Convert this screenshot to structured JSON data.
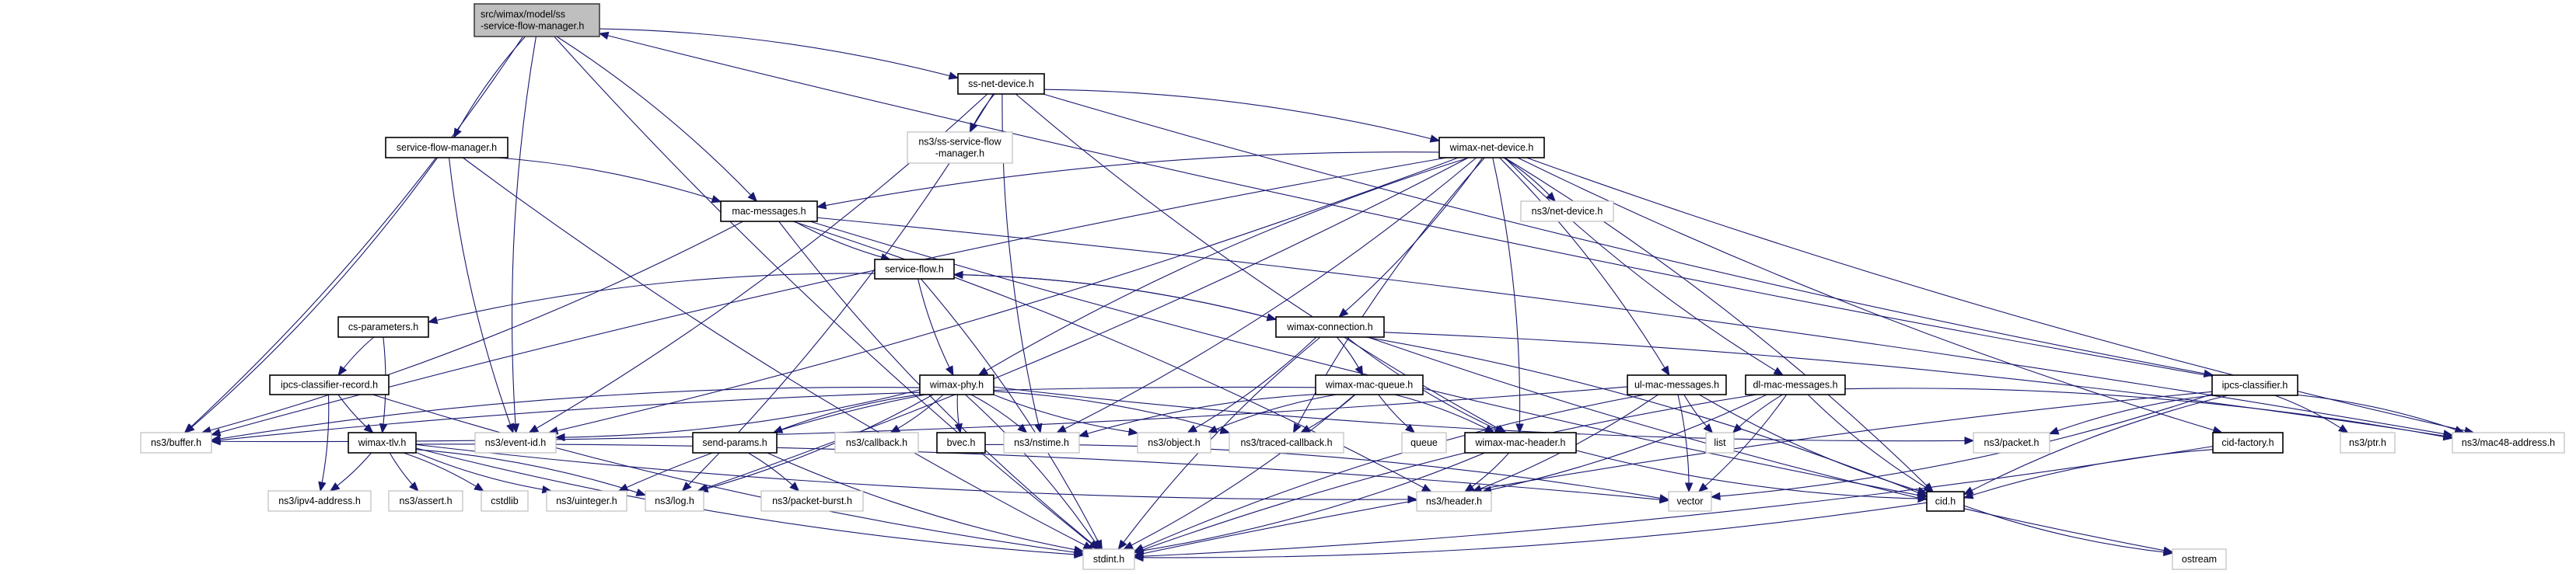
{
  "diagram": {
    "title": "src/wimax/model/ss-service-flow-manager.h include dependency graph",
    "colors": {
      "edge": "#191970",
      "root_fill": "#bfbfbf",
      "main_border": "#000000",
      "ext_border": "#bfbfbf"
    },
    "nodes": [
      {
        "id": "root",
        "lines": [
          "src/wimax/model/ss",
          "-service-flow-manager.h"
        ],
        "kind": "root"
      },
      {
        "id": "ss-net-device",
        "lines": [
          "ss-net-device.h"
        ],
        "kind": "main"
      },
      {
        "id": "ns3-ss-service-flow-manager",
        "lines": [
          "ns3/ss-service-flow",
          "-manager.h"
        ],
        "kind": "ext"
      },
      {
        "id": "service-flow-manager",
        "lines": [
          "service-flow-manager.h"
        ],
        "kind": "main"
      },
      {
        "id": "wimax-net-device",
        "lines": [
          "wimax-net-device.h"
        ],
        "kind": "main"
      },
      {
        "id": "ns3-net-device",
        "lines": [
          "ns3/net-device.h"
        ],
        "kind": "ext"
      },
      {
        "id": "mac-messages",
        "lines": [
          "mac-messages.h"
        ],
        "kind": "main"
      },
      {
        "id": "service-flow",
        "lines": [
          "service-flow.h"
        ],
        "kind": "main"
      },
      {
        "id": "cs-parameters",
        "lines": [
          "cs-parameters.h"
        ],
        "kind": "main"
      },
      {
        "id": "wimax-connection",
        "lines": [
          "wimax-connection.h"
        ],
        "kind": "main"
      },
      {
        "id": "ipcs-classifier-record",
        "lines": [
          "ipcs-classifier-record.h"
        ],
        "kind": "main"
      },
      {
        "id": "wimax-phy",
        "lines": [
          "wimax-phy.h"
        ],
        "kind": "main"
      },
      {
        "id": "wimax-mac-queue",
        "lines": [
          "wimax-mac-queue.h"
        ],
        "kind": "main"
      },
      {
        "id": "ul-mac-messages",
        "lines": [
          "ul-mac-messages.h"
        ],
        "kind": "main"
      },
      {
        "id": "dl-mac-messages",
        "lines": [
          "dl-mac-messages.h"
        ],
        "kind": "main"
      },
      {
        "id": "ipcs-classifier",
        "lines": [
          "ipcs-classifier.h"
        ],
        "kind": "main"
      },
      {
        "id": "ns3-buffer",
        "lines": [
          "ns3/buffer.h"
        ],
        "kind": "ext"
      },
      {
        "id": "wimax-tlv",
        "lines": [
          "wimax-tlv.h"
        ],
        "kind": "main"
      },
      {
        "id": "ns3-event-id",
        "lines": [
          "ns3/event-id.h"
        ],
        "kind": "ext"
      },
      {
        "id": "send-params",
        "lines": [
          "send-params.h"
        ],
        "kind": "main"
      },
      {
        "id": "ns3-callback",
        "lines": [
          "ns3/callback.h"
        ],
        "kind": "ext"
      },
      {
        "id": "bvec",
        "lines": [
          "bvec.h"
        ],
        "kind": "main"
      },
      {
        "id": "ns3-nstime",
        "lines": [
          "ns3/nstime.h"
        ],
        "kind": "ext"
      },
      {
        "id": "ns3-object",
        "lines": [
          "ns3/object.h"
        ],
        "kind": "ext"
      },
      {
        "id": "ns3-traced-callback",
        "lines": [
          "ns3/traced-callback.h"
        ],
        "kind": "ext"
      },
      {
        "id": "queue",
        "lines": [
          "queue"
        ],
        "kind": "ext"
      },
      {
        "id": "wimax-mac-header",
        "lines": [
          "wimax-mac-header.h"
        ],
        "kind": "main"
      },
      {
        "id": "list",
        "lines": [
          "list"
        ],
        "kind": "ext"
      },
      {
        "id": "ns3-packet",
        "lines": [
          "ns3/packet.h"
        ],
        "kind": "ext"
      },
      {
        "id": "cid-factory",
        "lines": [
          "cid-factory.h"
        ],
        "kind": "main"
      },
      {
        "id": "ns3-ptr",
        "lines": [
          "ns3/ptr.h"
        ],
        "kind": "ext"
      },
      {
        "id": "ns3-mac48-address",
        "lines": [
          "ns3/mac48-address.h"
        ],
        "kind": "ext"
      },
      {
        "id": "ns3-ipv4-address",
        "lines": [
          "ns3/ipv4-address.h"
        ],
        "kind": "ext"
      },
      {
        "id": "ns3-assert",
        "lines": [
          "ns3/assert.h"
        ],
        "kind": "ext"
      },
      {
        "id": "cstdlib",
        "lines": [
          "cstdlib"
        ],
        "kind": "ext"
      },
      {
        "id": "ns3-uinteger",
        "lines": [
          "ns3/uinteger.h"
        ],
        "kind": "ext"
      },
      {
        "id": "ns3-log",
        "lines": [
          "ns3/log.h"
        ],
        "kind": "ext"
      },
      {
        "id": "ns3-packet-burst",
        "lines": [
          "ns3/packet-burst.h"
        ],
        "kind": "ext"
      },
      {
        "id": "ns3-header",
        "lines": [
          "ns3/header.h"
        ],
        "kind": "ext"
      },
      {
        "id": "vector",
        "lines": [
          "vector"
        ],
        "kind": "ext"
      },
      {
        "id": "cid",
        "lines": [
          "cid.h"
        ],
        "kind": "main"
      },
      {
        "id": "stdint",
        "lines": [
          "stdint.h"
        ],
        "kind": "ext"
      },
      {
        "id": "ostream",
        "lines": [
          "ostream"
        ],
        "kind": "ext"
      }
    ],
    "edges": [
      [
        "root",
        "ss-net-device"
      ],
      [
        "root",
        "service-flow-manager"
      ],
      [
        "root",
        "mac-messages"
      ],
      [
        "root",
        "ns3-event-id"
      ],
      [
        "root",
        "ns3-buffer"
      ],
      [
        "root",
        "stdint"
      ],
      [
        "ipcs-classifier",
        "root"
      ],
      [
        "ss-net-device",
        "ns3-ss-service-flow-manager"
      ],
      [
        "ss-net-device",
        "wimax-net-device"
      ],
      [
        "ss-net-device",
        "ns3-nstime"
      ],
      [
        "ss-net-device",
        "ns3-event-id"
      ],
      [
        "ss-net-device",
        "wimax-mac-header"
      ],
      [
        "ss-net-device",
        "ns3-log"
      ],
      [
        "ss-net-device",
        "ipcs-classifier"
      ],
      [
        "service-flow-manager",
        "mac-messages"
      ],
      [
        "service-flow-manager",
        "ns3-event-id"
      ],
      [
        "service-flow-manager",
        "ns3-buffer"
      ],
      [
        "service-flow-manager",
        "stdint"
      ],
      [
        "wimax-net-device",
        "ns3-net-device"
      ],
      [
        "wimax-net-device",
        "mac-messages"
      ],
      [
        "wimax-net-device",
        "wimax-connection"
      ],
      [
        "wimax-net-device",
        "wimax-phy"
      ],
      [
        "wimax-net-device",
        "ul-mac-messages"
      ],
      [
        "wimax-net-device",
        "dl-mac-messages"
      ],
      [
        "wimax-net-device",
        "wimax-mac-header"
      ],
      [
        "wimax-net-device",
        "ns3-mac48-address"
      ],
      [
        "wimax-net-device",
        "cid"
      ],
      [
        "wimax-net-device",
        "cid-factory"
      ],
      [
        "wimax-net-device",
        "ns3-event-id"
      ],
      [
        "wimax-net-device",
        "ns3-buffer"
      ],
      [
        "wimax-net-device",
        "ns3-nstime"
      ],
      [
        "wimax-net-device",
        "ns3-traced-callback"
      ],
      [
        "wimax-net-device",
        "ns3-log"
      ],
      [
        "mac-messages",
        "service-flow"
      ],
      [
        "mac-messages",
        "ns3-buffer"
      ],
      [
        "mac-messages",
        "stdint"
      ],
      [
        "mac-messages",
        "ns3-mac48-address"
      ],
      [
        "mac-messages",
        "cid"
      ],
      [
        "mac-messages",
        "ns3-header"
      ],
      [
        "service-flow",
        "cs-parameters"
      ],
      [
        "service-flow",
        "wimax-connection"
      ],
      [
        "service-flow",
        "wimax-phy"
      ],
      [
        "service-flow",
        "stdint"
      ],
      [
        "wimax-connection",
        "service-flow"
      ],
      [
        "wimax-connection",
        "wimax-mac-queue"
      ],
      [
        "wimax-connection",
        "wimax-mac-header"
      ],
      [
        "wimax-connection",
        "ns3-object"
      ],
      [
        "wimax-connection",
        "stdint"
      ],
      [
        "wimax-connection",
        "cid"
      ],
      [
        "wimax-connection",
        "ostream"
      ],
      [
        "wimax-connection",
        "ns3-mac48-address"
      ],
      [
        "cs-parameters",
        "ipcs-classifier-record"
      ],
      [
        "cs-parameters",
        "wimax-tlv"
      ],
      [
        "ipcs-classifier-record",
        "wimax-tlv"
      ],
      [
        "ipcs-classifier-record",
        "ns3-ipv4-address"
      ],
      [
        "ipcs-classifier-record",
        "stdint"
      ],
      [
        "wimax-tlv",
        "ns3-ipv4-address"
      ],
      [
        "wimax-tlv",
        "ns3-assert"
      ],
      [
        "wimax-tlv",
        "cstdlib"
      ],
      [
        "wimax-tlv",
        "ns3-uinteger"
      ],
      [
        "wimax-tlv",
        "ns3-log"
      ],
      [
        "wimax-tlv",
        "ns3-header"
      ],
      [
        "wimax-tlv",
        "vector"
      ],
      [
        "wimax-tlv",
        "stdint"
      ],
      [
        "wimax-phy",
        "ns3-callback"
      ],
      [
        "wimax-phy",
        "bvec"
      ],
      [
        "wimax-phy",
        "ns3-nstime"
      ],
      [
        "wimax-phy",
        "ns3-object"
      ],
      [
        "wimax-phy",
        "ns3-traced-callback"
      ],
      [
        "wimax-phy",
        "send-params"
      ],
      [
        "wimax-phy",
        "ns3-event-id"
      ],
      [
        "wimax-phy",
        "ns3-buffer"
      ],
      [
        "wimax-phy",
        "ns3-log"
      ],
      [
        "wimax-phy",
        "ns3-uinteger"
      ],
      [
        "wimax-phy",
        "stdint"
      ],
      [
        "wimax-phy",
        "ns3-packet"
      ],
      [
        "send-params",
        "ns3-packet-burst"
      ],
      [
        "send-params",
        "stdint"
      ],
      [
        "bvec",
        "vector"
      ],
      [
        "wimax-mac-queue",
        "ns3-object"
      ],
      [
        "wimax-mac-queue",
        "ns3-traced-callback"
      ],
      [
        "wimax-mac-queue",
        "queue"
      ],
      [
        "wimax-mac-queue",
        "wimax-mac-header"
      ],
      [
        "wimax-mac-queue",
        "ns3-nstime"
      ],
      [
        "wimax-mac-queue",
        "stdint"
      ],
      [
        "wimax-mac-queue",
        "ns3-buffer"
      ],
      [
        "wimax-mac-header",
        "ns3-header"
      ],
      [
        "wimax-mac-header",
        "cid"
      ],
      [
        "wimax-mac-header",
        "stdint"
      ],
      [
        "ul-mac-messages",
        "list"
      ],
      [
        "ul-mac-messages",
        "vector"
      ],
      [
        "ul-mac-messages",
        "cid"
      ],
      [
        "ul-mac-messages",
        "ns3-header"
      ],
      [
        "ul-mac-messages",
        "stdint"
      ],
      [
        "ul-mac-messages",
        "ns3-buffer"
      ],
      [
        "dl-mac-messages",
        "list"
      ],
      [
        "dl-mac-messages",
        "vector"
      ],
      [
        "dl-mac-messages",
        "cid"
      ],
      [
        "dl-mac-messages",
        "ns3-header"
      ],
      [
        "dl-mac-messages",
        "stdint"
      ],
      [
        "dl-mac-messages",
        "ns3-mac48-address"
      ],
      [
        "ipcs-classifier",
        "ns3-packet"
      ],
      [
        "ipcs-classifier",
        "ns3-ptr"
      ],
      [
        "ipcs-classifier",
        "cid"
      ],
      [
        "ipcs-classifier",
        "vector"
      ],
      [
        "ipcs-classifier",
        "stdint"
      ],
      [
        "ipcs-classifier",
        "ns3-mac48-address"
      ],
      [
        "cid-factory",
        "cid"
      ],
      [
        "cid-factory",
        "stdint"
      ],
      [
        "cid",
        "ostream"
      ],
      [
        "cid",
        "stdint"
      ]
    ]
  }
}
